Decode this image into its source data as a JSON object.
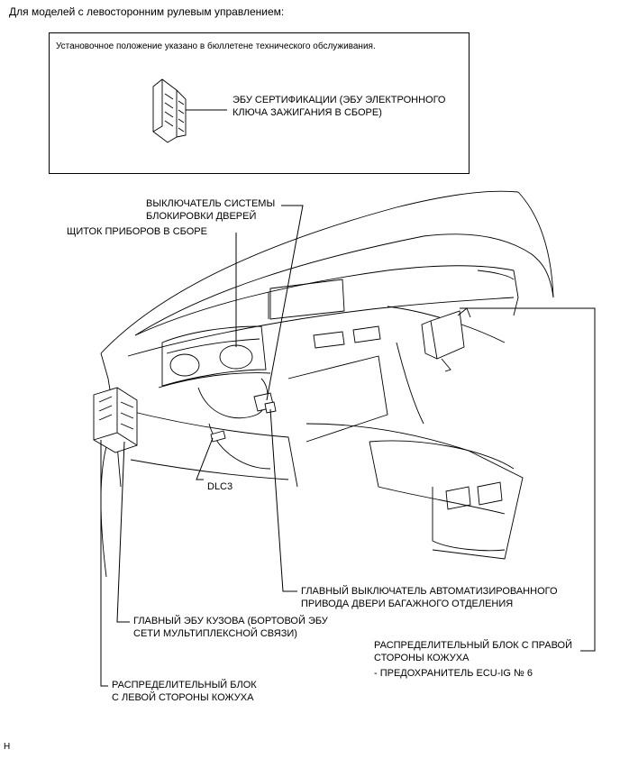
{
  "heading": "Для моделей с левосторонним рулевым управлением:",
  "note_box": {
    "note": "Установочное положение указано в бюллетене технического обслуживания.",
    "ecu_label_line1": "ЭБУ СЕРТИФИКАЦИИ (ЭБУ ЭЛЕКТРОННОГО",
    "ecu_label_line2": "КЛЮЧА ЗАЖИГАНИЯ В СБОРЕ)"
  },
  "labels": {
    "door_lock_switch_line1": "ВЫКЛЮЧАТЕЛЬ СИСТЕМЫ",
    "door_lock_switch_line2": "БЛОКИРОВКИ ДВЕРЕЙ",
    "instrument_cluster": "ЩИТОК ПРИБОРОВ В СБОРЕ",
    "dlc3": "DLC3",
    "power_door_switch_line1": "ГЛАВНЫЙ ВЫКЛЮЧАТЕЛЬ АВТОМАТИЗИРОВАННОГО",
    "power_door_switch_line2": "ПРИВОДА ДВЕРИ БАГАЖНОГО ОТДЕЛЕНИЯ",
    "main_body_ecu_line1": "ГЛАВНЫЙ ЭБУ КУЗОВА (БОРТОВОЙ ЭБУ",
    "main_body_ecu_line2": "СЕТИ МУЛЬТИПЛЕКСНОЙ СВЯЗИ)",
    "right_junction_line1": "РАСПРЕДЕЛИТЕЛЬНЫЙ БЛОК С ПРАВОЙ",
    "right_junction_line2": "СТОРОНЫ КОЖУХА",
    "right_junction_fuse": "- ПРЕДОХРАНИТЕЛЬ ECU-IG № 6",
    "left_junction_line1": "РАСПРЕДЕЛИТЕЛЬНЫЙ БЛОК",
    "left_junction_line2": "С ЛЕВОЙ СТОРОНЫ КОЖУХА"
  },
  "footer_code": "H"
}
